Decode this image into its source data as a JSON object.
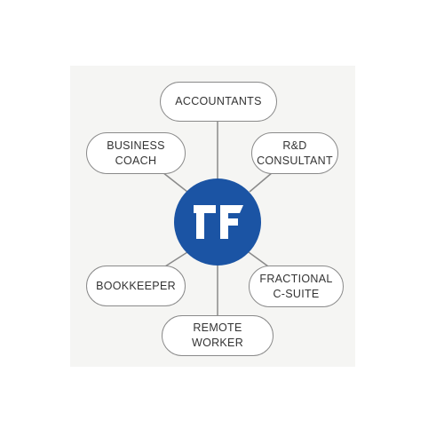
{
  "diagram": {
    "hub": {
      "logo": "TF",
      "color": "#1b54a4",
      "icon": "tf-monogram-logo"
    },
    "nodes": [
      {
        "id": "accountants",
        "label": "ACCOUNTANTS"
      },
      {
        "id": "business-coach",
        "label": "BUSINESS\nCOACH"
      },
      {
        "id": "rd-consultant",
        "label": "R&D\nCONSULTANT"
      },
      {
        "id": "bookkeeper",
        "label": "BOOKKEEPER"
      },
      {
        "id": "fractional-csuite",
        "label": "FRACTIONAL\nC-SUITE"
      },
      {
        "id": "remote-worker",
        "label": "REMOTE\nWORKER"
      }
    ],
    "connector_color": "#8a8a8a"
  }
}
